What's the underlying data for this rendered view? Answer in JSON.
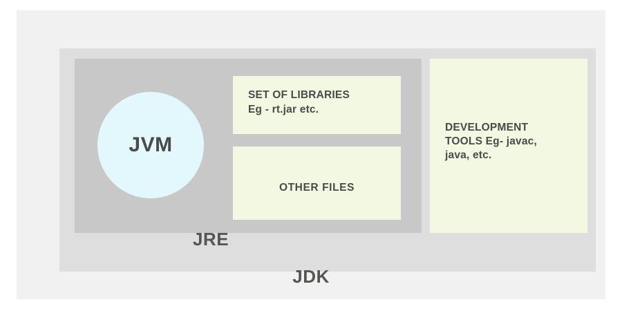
{
  "diagram": {
    "title": "JDK JRE JVM architecture diagram",
    "type": "nested-containment",
    "colors": {
      "page_background": "#ffffff",
      "jdk_background": "#f1f1f1",
      "jre_background": "#dedede",
      "jvm_group_background": "#c8c8c8",
      "panel_background": "#f2f8e2",
      "jvm_circle_background": "#e3f8fc",
      "text": "#4a4a48",
      "container_label_text": "#555553"
    }
  },
  "jdk": {
    "label": "JDK"
  },
  "jre": {
    "label": "JRE"
  },
  "jvm": {
    "label": "JVM",
    "shape": "ellipse"
  },
  "panels": {
    "libraries": {
      "line1": "SET OF LIBRARIES",
      "line2": "Eg - rt.jar etc."
    },
    "other_files": {
      "label": "OTHER FILES"
    },
    "development_tools": {
      "line1": "DEVELOPMENT",
      "line2": "TOOLS Eg- javac,",
      "line3": "java, etc."
    }
  }
}
